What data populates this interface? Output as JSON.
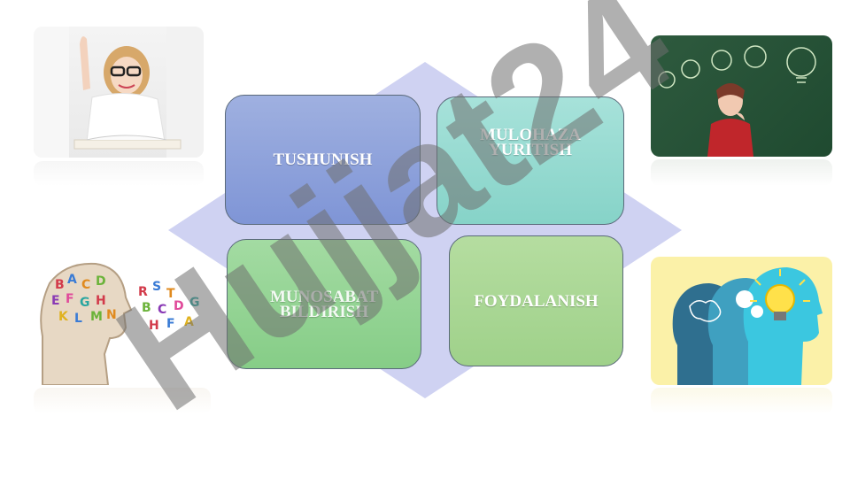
{
  "boxes": [
    {
      "label": "TUSHUNISH"
    },
    {
      "label": "MULOHAZA\nYURITISH"
    },
    {
      "label": "MUNOSABAT\nBILDIRISH"
    },
    {
      "label": "FOYDALANISH"
    }
  ],
  "watermark": {
    "text": "Hujjat24"
  },
  "images": [
    {
      "name": "girl-raising-hand-photo"
    },
    {
      "name": "woman-thinking-lightbulbs-photo"
    },
    {
      "name": "head-with-letters-illustration"
    },
    {
      "name": "heads-brain-gears-bulb-illustration"
    }
  ],
  "colors": {
    "diamond": "#c9cdf0",
    "box1": "#8a9edb",
    "box2": "#93d8ce",
    "box3": "#93d494",
    "box4": "#a9d795",
    "watermark": "#7a7a7a"
  }
}
